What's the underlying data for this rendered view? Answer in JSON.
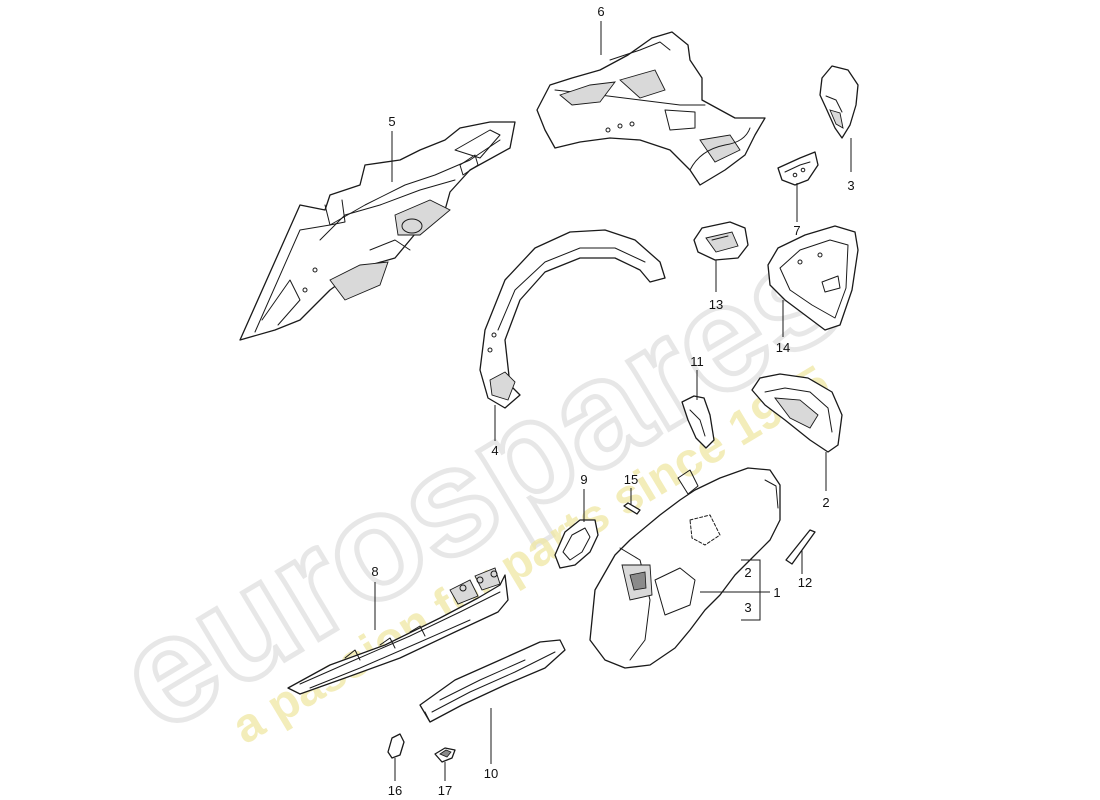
{
  "diagram": {
    "callouts": [
      {
        "id": "c1",
        "label": "1"
      },
      {
        "id": "c2",
        "label": "2"
      },
      {
        "id": "c2b",
        "label": "2"
      },
      {
        "id": "c3",
        "label": "3"
      },
      {
        "id": "c3b",
        "label": "3"
      },
      {
        "id": "c4",
        "label": "4"
      },
      {
        "id": "c5",
        "label": "5"
      },
      {
        "id": "c6",
        "label": "6"
      },
      {
        "id": "c7",
        "label": "7"
      },
      {
        "id": "c8",
        "label": "8"
      },
      {
        "id": "c9",
        "label": "9"
      },
      {
        "id": "c10",
        "label": "10"
      },
      {
        "id": "c11",
        "label": "11"
      },
      {
        "id": "c12",
        "label": "12"
      },
      {
        "id": "c13",
        "label": "13"
      },
      {
        "id": "c14",
        "label": "14"
      },
      {
        "id": "c15",
        "label": "15"
      },
      {
        "id": "c16",
        "label": "16"
      },
      {
        "id": "c17",
        "label": "17"
      }
    ]
  },
  "watermark": {
    "brand": "eurospares",
    "tagline": "a passion for parts since 1985",
    "brand_color": "#d4d4d4",
    "tagline_color": "#efe7a3"
  }
}
